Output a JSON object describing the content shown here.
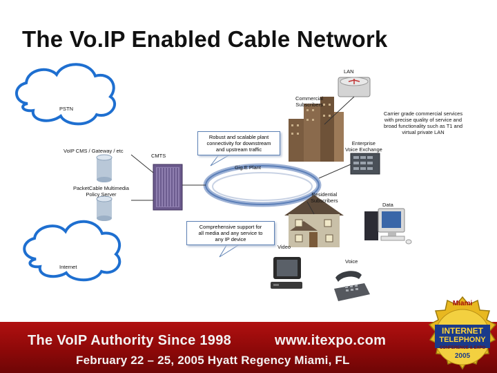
{
  "slide_title": "The Vo.IP Enabled Cable Network",
  "labels": {
    "lan": "LAN",
    "commercial_subscribers": "Commercial\nSubscribers",
    "pstn": "PSTN",
    "carrier_grade": "Carrier grade commercial services\nwith precise quality of service and\nbroad functionality such as T1 and\nvirtual private LAN",
    "enterprise_voice": "Enterprise\nVoice Exchange",
    "robust_plant": "Robust and scalable plant\nconnectivity for downstream\nand upstream traffic",
    "voip_cms": "VoIP CMS / Gateway / etc",
    "cmts": "CMTS",
    "gige_plant": "Gig.E Plant",
    "packetcable": "PacketCable Multimedia\nPolicy Server",
    "residential": "Residential\nSubscribers",
    "data": "Data",
    "comprehensive_support": "Comprehensive support for\nall media and any service to\nany IP device",
    "video": "Video",
    "voice": "Voice",
    "internet": "Internet"
  },
  "banner": {
    "left_text": "The VoIP Authority Since 1998",
    "right_text": "www.itexpo.com",
    "date_line": "February 22 – 25, 2005 Hyatt Regency Miami, FL"
  },
  "badge": {
    "line1": "Miami",
    "line2": "INTERNET",
    "line3": "TELEPHONY",
    "line4": "CONFERENCE & EXPO",
    "line5": "2005"
  },
  "colors": {
    "cloud_stroke": "#1e6fd0",
    "banner_red": "#9c0c0c",
    "callout_border": "#5a7fb3",
    "ring_blue": "#5b7fb8",
    "badge_gold": "#e8b820"
  }
}
